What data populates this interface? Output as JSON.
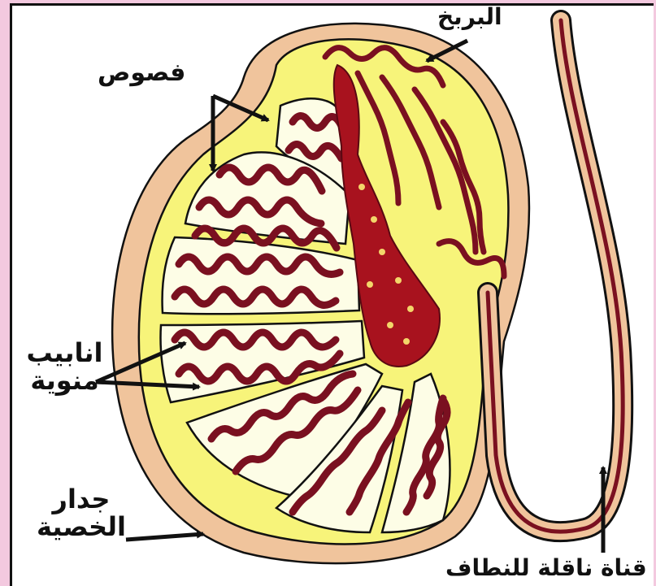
{
  "labels": {
    "epididymis": "البربخ",
    "lobes": "فصوص",
    "seminiferous_line1": "انابيب",
    "seminiferous_line2": "منوية",
    "wall_line1": "جدار",
    "wall_line2": "الخصية",
    "vas_deferens": "قناة ناقلة للنطاف"
  },
  "colors": {
    "background": "#f3c9df",
    "outer_wall": "#f0c49c",
    "inner_fill": "#f7f47a",
    "lobule_fill": "#fdfde6",
    "tubule": "#7a1020",
    "rete": "#a8121e",
    "outline": "#111111"
  }
}
